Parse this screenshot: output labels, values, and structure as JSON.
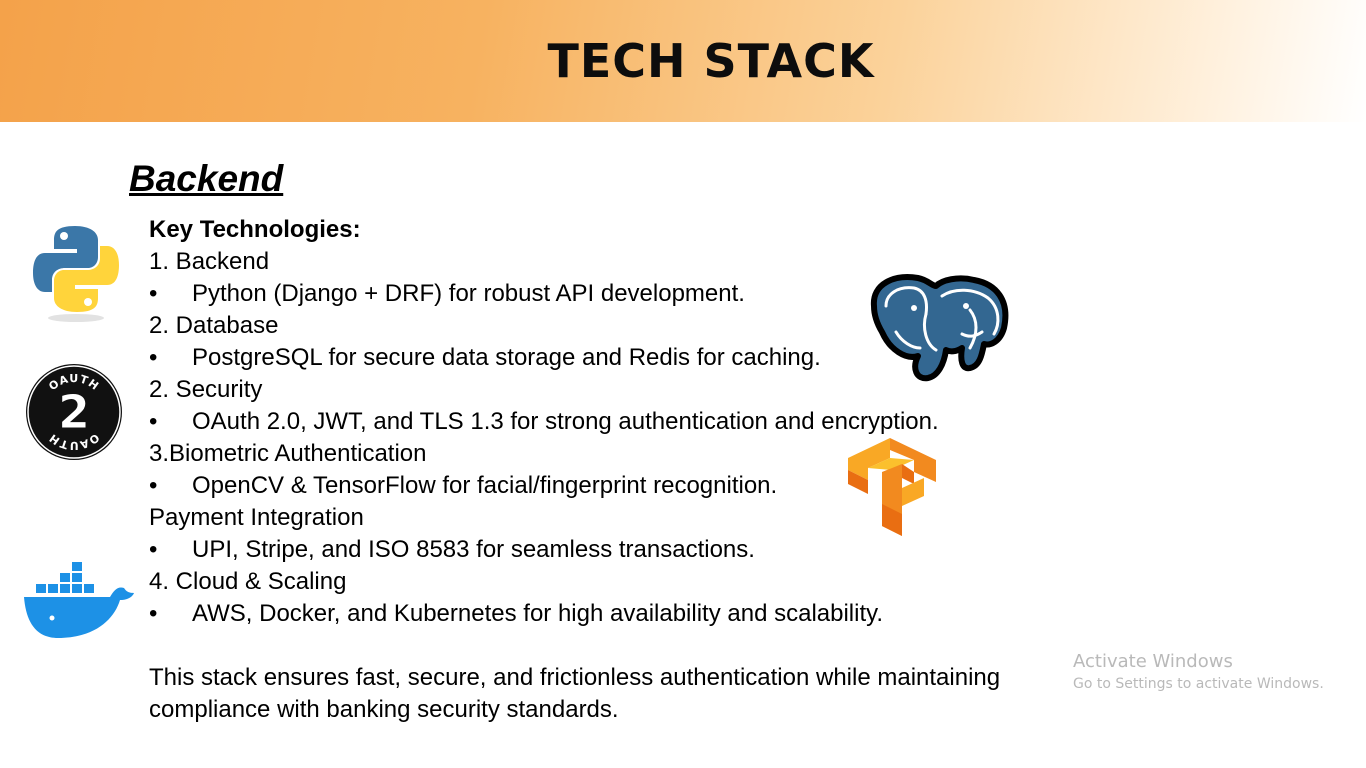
{
  "header": {
    "title": "TECH STACK"
  },
  "section": {
    "title": "Backend"
  },
  "lines": [
    {
      "type": "heading",
      "text": "Key Technologies:"
    },
    {
      "type": "item",
      "text": "1. Backend"
    },
    {
      "type": "bullet",
      "text": "Python (Django + DRF) for robust API development."
    },
    {
      "type": "item",
      "text": "2. Database"
    },
    {
      "type": "bullet",
      "text": "PostgreSQL for secure data storage and Redis for caching."
    },
    {
      "type": "item",
      "text": "2. Security"
    },
    {
      "type": "bullet",
      "text": "OAuth 2.0, JWT, and TLS 1.3 for strong authentication and encryption."
    },
    {
      "type": "item",
      "text": "3.Biometric Authentication"
    },
    {
      "type": "bullet",
      "text": "OpenCV & TensorFlow for facial/fingerprint recognition."
    },
    {
      "type": "item",
      "text": "Payment Integration"
    },
    {
      "type": "bullet",
      "text": "UPI, Stripe, and ISO 8583 for seamless transactions."
    },
    {
      "type": "item",
      "text": "4. Cloud & Scaling"
    },
    {
      "type": "bullet",
      "text": "AWS, Docker, and Kubernetes for high availability and scalability."
    }
  ],
  "bullet_char": "•",
  "closing": [
    "This stack ensures fast, secure, and frictionless authentication while maintaining",
    "compliance with banking security standards."
  ],
  "logos": {
    "python": "python-logo-icon",
    "oauth": "oauth2-logo-icon",
    "oauth_text": "OAUTH",
    "oauth_number": "2",
    "docker": "docker-logo-icon",
    "postgresql": "postgresql-elephant-icon",
    "tensorflow": "tensorflow-logo-icon"
  },
  "watermark": {
    "title": "Activate Windows",
    "subtitle": "Go to Settings to activate Windows."
  },
  "colors": {
    "banner_orange": "#f4a24a",
    "python_blue": "#3b77a8",
    "python_yellow": "#ffd43b",
    "docker_blue": "#1d91e6",
    "postgres_blue": "#336791",
    "tensorflow_orange": "#f28a1f"
  }
}
